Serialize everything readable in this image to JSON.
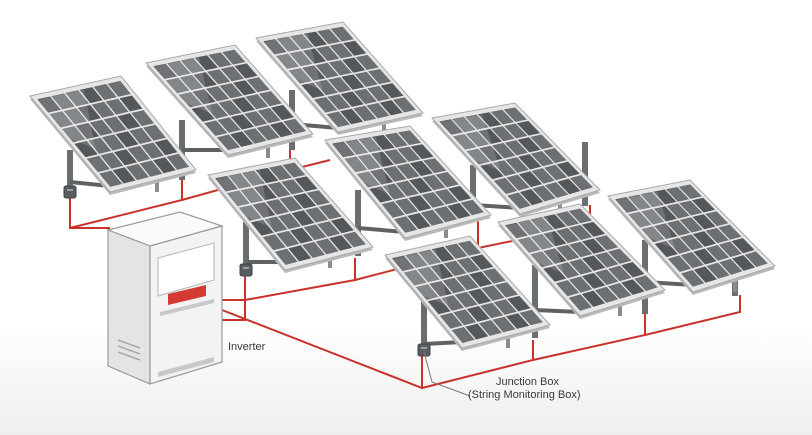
{
  "labels": {
    "inverter": "Inverter",
    "junction_box_line1": "Junction Box",
    "junction_box_line2": "(String Monitoring Box)"
  },
  "colors": {
    "wire": "#c9322b",
    "panel_frame": "#e6e6e6",
    "cell": "#6d7073",
    "cell_dark": "#55585b",
    "post": "#6b6e70",
    "cabinet": "#f0f0f1",
    "cabinet_stripe": "#d33a33"
  }
}
